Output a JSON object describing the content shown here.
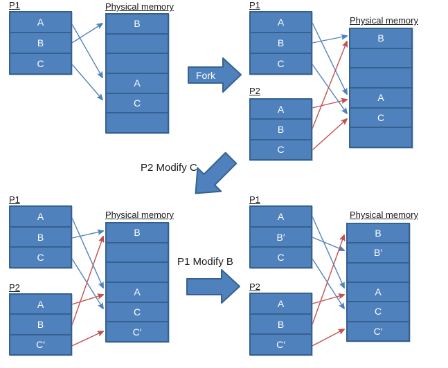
{
  "colors": {
    "box_fill": "#4f81bd",
    "box_border": "#36618f",
    "blue_arrow": "#4f81bd",
    "red_arrow": "#c0504d",
    "cell_text": "#ffffff",
    "label_text": "#1a1a1a"
  },
  "transitions": {
    "fork_label": "Fork",
    "p2_modify_label": "P2 Modify C",
    "p1_modify_label": "P1 Modify B"
  },
  "panels": [
    {
      "name": "initial",
      "p1": {
        "label": "P1",
        "cells": [
          "A",
          "B",
          "C"
        ]
      },
      "memory": {
        "title": "Physical memory",
        "cells": [
          "B",
          "",
          "",
          "A",
          "C",
          ""
        ]
      },
      "mappings": [
        {
          "from": "P1.A",
          "to": "mem.A",
          "color": "blue"
        },
        {
          "from": "P1.B",
          "to": "mem.B",
          "color": "blue"
        },
        {
          "from": "P1.C",
          "to": "mem.C",
          "color": "blue"
        }
      ]
    },
    {
      "name": "after-fork",
      "p1": {
        "label": "P1",
        "cells": [
          "A",
          "B",
          "C"
        ]
      },
      "p2": {
        "label": "P2",
        "cells": [
          "A",
          "B",
          "C"
        ]
      },
      "memory": {
        "title": "Physical memory",
        "cells": [
          "B",
          "",
          "",
          "A",
          "C",
          ""
        ]
      },
      "mappings": [
        {
          "from": "P1.A",
          "to": "mem.A",
          "color": "blue"
        },
        {
          "from": "P1.B",
          "to": "mem.B",
          "color": "blue"
        },
        {
          "from": "P1.C",
          "to": "mem.C",
          "color": "blue"
        },
        {
          "from": "P2.A",
          "to": "mem.A",
          "color": "red"
        },
        {
          "from": "P2.B",
          "to": "mem.B",
          "color": "red"
        },
        {
          "from": "P2.C",
          "to": "mem.C",
          "color": "red"
        }
      ]
    },
    {
      "name": "after-p2-modify-c",
      "p1": {
        "label": "P1",
        "cells": [
          "A",
          "B",
          "C"
        ]
      },
      "p2": {
        "label": "P2",
        "cells": [
          "A",
          "B",
          "C′"
        ]
      },
      "memory": {
        "title": "Physical memory",
        "cells": [
          "B",
          "",
          "",
          "A",
          "C",
          "C′"
        ]
      },
      "mappings": [
        {
          "from": "P1.A",
          "to": "mem.A",
          "color": "blue"
        },
        {
          "from": "P1.B",
          "to": "mem.B",
          "color": "blue"
        },
        {
          "from": "P1.C",
          "to": "mem.C",
          "color": "blue"
        },
        {
          "from": "P2.A",
          "to": "mem.A",
          "color": "red"
        },
        {
          "from": "P2.B",
          "to": "mem.B",
          "color": "red"
        },
        {
          "from": "P2.C′",
          "to": "mem.C′",
          "color": "red"
        }
      ]
    },
    {
      "name": "after-p1-modify-b",
      "p1": {
        "label": "P1",
        "cells": [
          "A",
          "B′",
          "C"
        ]
      },
      "p2": {
        "label": "P2",
        "cells": [
          "A",
          "B",
          "C′"
        ]
      },
      "memory": {
        "title": "Physical memory",
        "cells": [
          "B",
          "B′",
          "",
          "A",
          "C",
          "C′"
        ]
      },
      "mappings": [
        {
          "from": "P1.A",
          "to": "mem.A",
          "color": "blue"
        },
        {
          "from": "P1.B′",
          "to": "mem.B′",
          "color": "blue"
        },
        {
          "from": "P1.C",
          "to": "mem.C",
          "color": "blue"
        },
        {
          "from": "P2.A",
          "to": "mem.A",
          "color": "red"
        },
        {
          "from": "P2.B",
          "to": "mem.B",
          "color": "red"
        },
        {
          "from": "P2.C′",
          "to": "mem.C′",
          "color": "red"
        }
      ]
    }
  ]
}
